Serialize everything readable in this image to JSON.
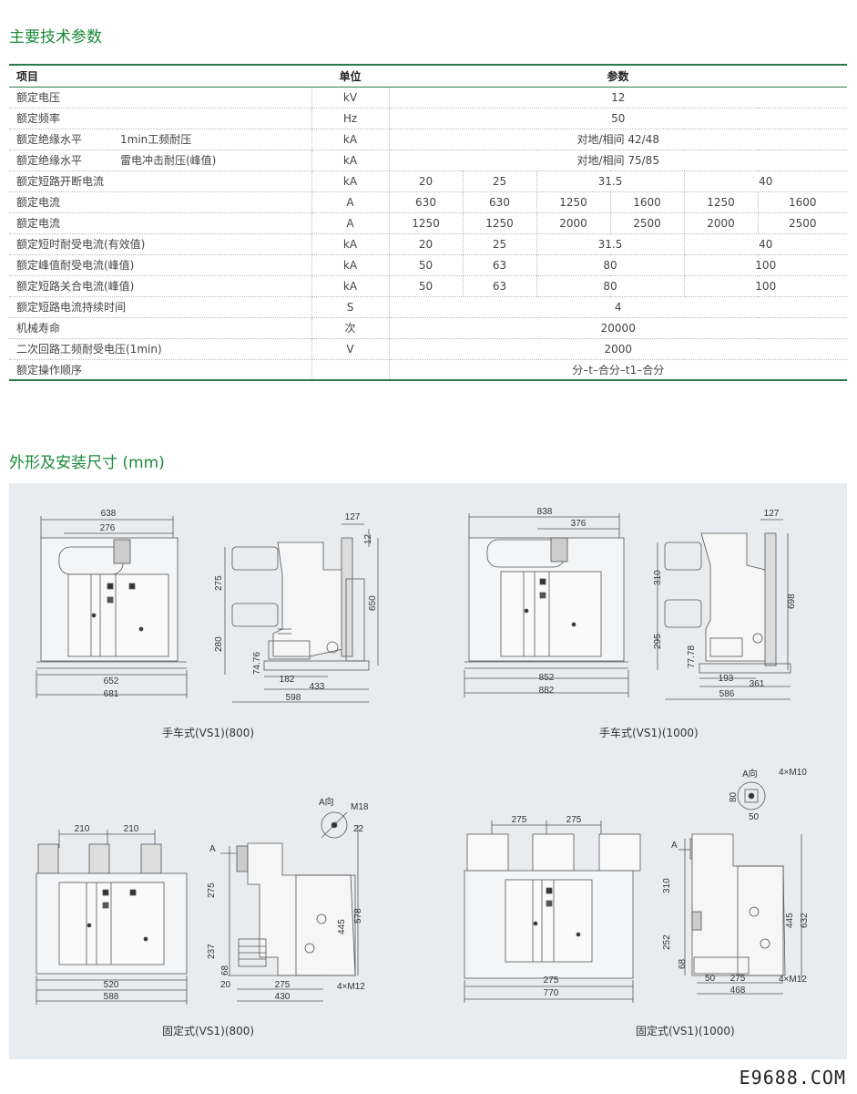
{
  "section1_title": "主要技术参数",
  "section2_title": "外形及安装尺寸 (mm)",
  "table": {
    "headers": [
      "项目",
      "单位",
      "参数"
    ],
    "rows": {
      "r1": {
        "name": "额定电压",
        "unit": "kV",
        "value": "12"
      },
      "r2": {
        "name": "额定频率",
        "unit": "Hz",
        "value": "50"
      },
      "r3": {
        "name": "额定绝缘水平",
        "sub": "1min工频耐压",
        "unit": "kA",
        "value": "对地/相间 42/48"
      },
      "r4": {
        "name": "额定绝缘水平",
        "sub": "雷电冲击耐压(峰值)",
        "unit": "kA",
        "value": "对地/相间 75/85"
      },
      "r5": {
        "name": "额定短路开断电流",
        "unit": "kA",
        "v1": "20",
        "v2": "25",
        "v3": "31.5",
        "v4": "40"
      },
      "r6": {
        "name": "额定电流",
        "unit": "A",
        "vals": [
          "630",
          "630",
          "1250",
          "1600",
          "1250",
          "1600"
        ]
      },
      "r7": {
        "name": "额定电流",
        "unit": "A",
        "vals": [
          "1250",
          "1250",
          "2000",
          "2500",
          "2000",
          "2500"
        ]
      },
      "r8": {
        "name": "额定短时耐受电流(有效值)",
        "unit": "kA",
        "v1": "20",
        "v2": "25",
        "v3": "31.5",
        "v4": "40"
      },
      "r9": {
        "name": "额定峰值耐受电流(峰值)",
        "unit": "kA",
        "v1": "50",
        "v2": "63",
        "v3": "80",
        "v4": "100"
      },
      "r10": {
        "name": "额定短路关合电流(峰值)",
        "unit": "kA",
        "v1": "50",
        "v2": "63",
        "v3": "80",
        "v4": "100"
      },
      "r11": {
        "name": "额定短路电流持续时间",
        "unit": "S",
        "value": "4"
      },
      "r12": {
        "name": "机械寿命",
        "unit": "次",
        "value": "20000"
      },
      "r13": {
        "name": "二次回路工频耐受电压(1min)",
        "unit": "V",
        "value": "2000"
      },
      "r14": {
        "name": "额定操作顺序",
        "unit": "",
        "value": "分–t–合分–t1–合分"
      }
    }
  },
  "drawings": {
    "captions": [
      "手车式(VS1)(800)",
      "手车式(VS1)(1000)",
      "固定式(VS1)(800)",
      "固定式(VS1)(1000)"
    ],
    "d1": {
      "w_total": "638",
      "w_inner": "276",
      "w_base": "652",
      "w_outer": "681",
      "h1": "275",
      "h2": "280",
      "h3": "74.76",
      "top1": "127",
      "top2": "12",
      "h_total": "650",
      "b1": "182",
      "b2": "433",
      "b3": "598"
    },
    "d2": {
      "w_total": "838",
      "w_inner": "376",
      "w_base": "852",
      "w_outer": "882",
      "h1": "310",
      "h2": "295",
      "h3": "77.78",
      "top1": "127",
      "h_total": "698",
      "b1": "193",
      "b2": "361",
      "b3": "586"
    },
    "d3": {
      "w1": "210",
      "w2": "210",
      "w_base": "520",
      "w_outer": "588",
      "a_label": "A",
      "h1": "275",
      "h2": "237",
      "h3": "68",
      "h4": "20",
      "h_mid": "445",
      "h_total": "578",
      "b1": "275",
      "b2": "430",
      "bolt": "4×M12",
      "view": "A向",
      "m": "M18",
      "d": "22"
    },
    "d4": {
      "w1": "275",
      "w2": "275",
      "w_base": "275",
      "w_outer": "770",
      "a_label": "A",
      "h1": "310",
      "h2": "252",
      "h3": "68",
      "h_mid": "445",
      "h_total": "632",
      "b0": "50",
      "b1": "275",
      "b2": "468",
      "bolt": "4×M12",
      "view": "A向",
      "m": "4×M10",
      "d1": "80",
      "d2": "50"
    }
  },
  "watermark": "E9688.COM"
}
